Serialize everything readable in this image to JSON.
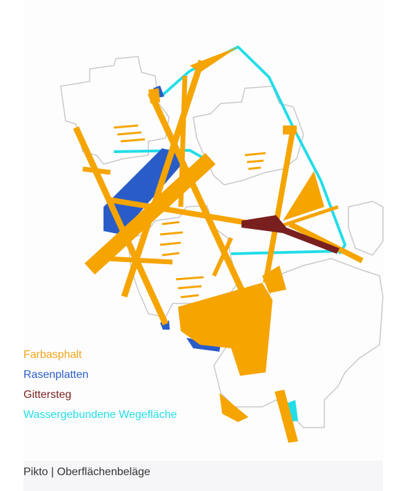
{
  "legend": [
    {
      "label": "Farbasphalt",
      "color": "#f0a416"
    },
    {
      "label": "Rasenplatten",
      "color": "#2a5cc8"
    },
    {
      "label": "Gittersteg",
      "color": "#7a1f1f"
    },
    {
      "label": "Wassergebundene Wegefläche",
      "color": "#22dde8"
    }
  ],
  "caption": "Pikto | Oberflächenbeläge"
}
